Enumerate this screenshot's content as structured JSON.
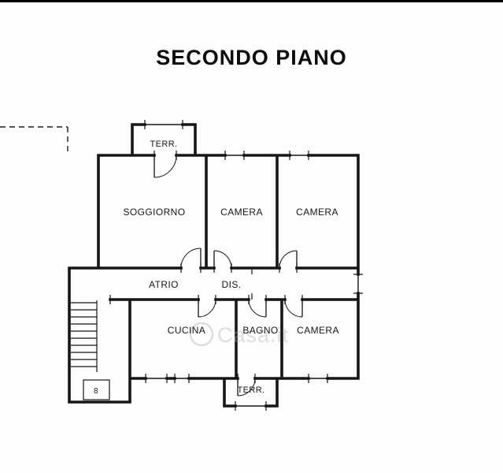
{
  "title": "SECONDO PIANO",
  "watermark": "Casa.it",
  "plan": {
    "rooms": {
      "terrace_top": "TERR.",
      "soggiorno": "SOGGIORNO",
      "camera_top_middle": "CAMERA",
      "camera_top_right": "CAMERA",
      "atrio": "ATRIO",
      "dis": "DIS.",
      "cucina": "CUCINA",
      "bagno": "BAGNO",
      "camera_bottom": "CAMERA",
      "terrace_bottom": "TERR."
    },
    "stair_label": "8"
  },
  "ink_color": "#161616"
}
